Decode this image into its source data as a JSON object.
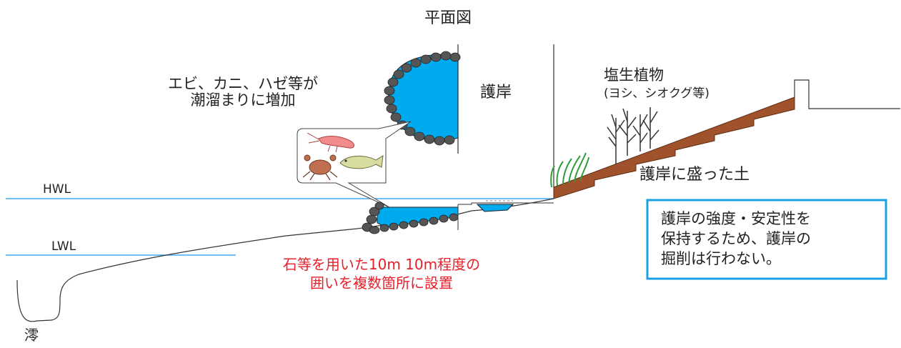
{
  "title": "平面図",
  "revetment_label": "護岸",
  "species_text": [
    "エビ、カニ、ハゼ等が",
    "潮溜まりに増加"
  ],
  "salt_plants": {
    "title": "塩生植物",
    "subtitle": "(ヨシ、シオクグ等)"
  },
  "mounded_soil": "護岸に盛った土",
  "note_box": [
    "護岸の強度・安定性を",
    "保持するため、護岸の",
    "掘削は行わない。"
  ],
  "enclosure_text": [
    "石等を用いた10m 10m程度の",
    "囲いを複数箇所に設置"
  ],
  "water_levels": {
    "hwl": "HWL",
    "lwl": "LWL"
  },
  "channel_label": "澪",
  "colors": {
    "water": "#00aaee",
    "soil": "#a0522d",
    "stone": "#555555",
    "waterline": "#3fa9f5",
    "red_text": "#e8202a",
    "note_border": "#1aa0e0"
  }
}
